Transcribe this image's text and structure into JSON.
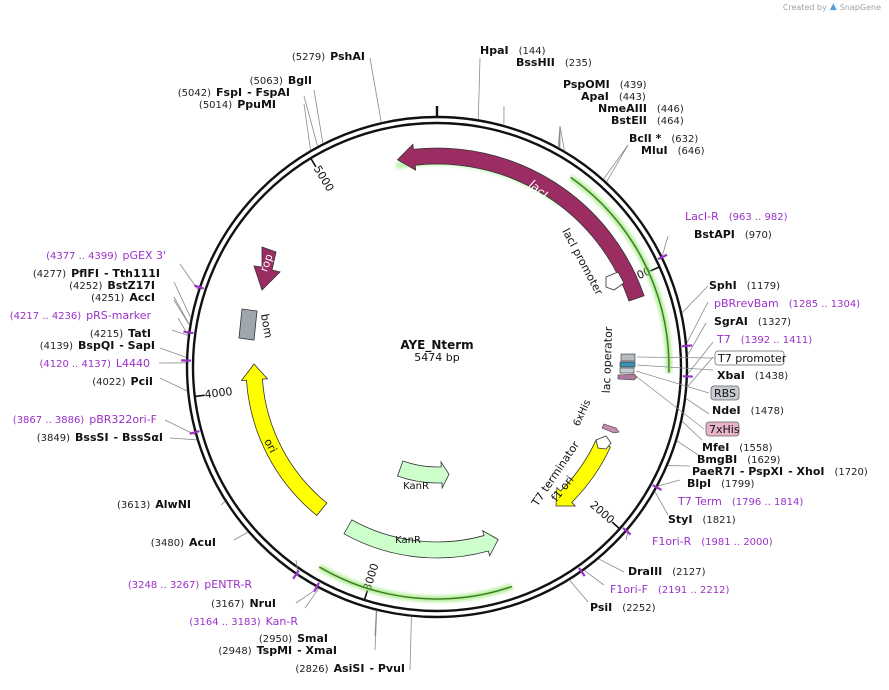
{
  "credit": {
    "prefix": "Created by",
    "brand": "SnapGene"
  },
  "plasmid": {
    "name": "AYE_Nterm",
    "length_label": "5474 bp",
    "length": 5474
  },
  "ticks": [
    {
      "pos": 1000,
      "label": "1000"
    },
    {
      "pos": 2000,
      "label": "2000"
    },
    {
      "pos": 3000,
      "label": "3000"
    },
    {
      "pos": 4000,
      "label": "4000"
    },
    {
      "pos": 5000,
      "label": "5000"
    }
  ],
  "labels": [
    {
      "id": "hpai",
      "parts": [
        {
          "t": "HpaI",
          "c": "n"
        },
        {
          "t": "(144)",
          "c": "p"
        }
      ]
    },
    {
      "id": "bsshii",
      "parts": [
        {
          "t": "BssHII",
          "c": "n"
        },
        {
          "t": "(235)",
          "c": "p"
        }
      ]
    },
    {
      "id": "pspomi",
      "parts": [
        {
          "t": "PspOMI",
          "c": "n"
        },
        {
          "t": "(439)",
          "c": "p"
        }
      ]
    },
    {
      "id": "apai",
      "parts": [
        {
          "t": "ApaI",
          "c": "n"
        },
        {
          "t": "(443)",
          "c": "p"
        }
      ]
    },
    {
      "id": "nmeaiii",
      "parts": [
        {
          "t": "NmeAIII",
          "c": "n"
        },
        {
          "t": "(446)",
          "c": "p"
        }
      ]
    },
    {
      "id": "bsteii",
      "parts": [
        {
          "t": "BstEII",
          "c": "n"
        },
        {
          "t": "(464)",
          "c": "p"
        }
      ]
    },
    {
      "id": "bcli",
      "parts": [
        {
          "t": "BclI *",
          "c": "n"
        },
        {
          "t": "(632)",
          "c": "p"
        }
      ]
    },
    {
      "id": "mlui",
      "parts": [
        {
          "t": "MluI",
          "c": "n"
        },
        {
          "t": "(646)",
          "c": "p"
        }
      ]
    },
    {
      "id": "lacir",
      "parts": [
        {
          "t": "LacI-R",
          "c": "f"
        },
        {
          "t": "(963 .. 982)",
          "c": "fp"
        }
      ]
    },
    {
      "id": "bstapi",
      "parts": [
        {
          "t": "BstAPI",
          "c": "n"
        },
        {
          "t": "(970)",
          "c": "p"
        }
      ]
    },
    {
      "id": "sphi",
      "parts": [
        {
          "t": "SphI",
          "c": "n"
        },
        {
          "t": "(1179)",
          "c": "p"
        }
      ]
    },
    {
      "id": "pbrrevbam",
      "parts": [
        {
          "t": "pBRrevBam",
          "c": "f"
        },
        {
          "t": "(1285 .. 1304)",
          "c": "fp"
        }
      ]
    },
    {
      "id": "sgrai",
      "parts": [
        {
          "t": "SgrAI",
          "c": "n"
        },
        {
          "t": "(1327)",
          "c": "p"
        }
      ]
    },
    {
      "id": "t7",
      "parts": [
        {
          "t": "T7",
          "c": "f"
        },
        {
          "t": "(1392 .. 1411)",
          "c": "fp"
        }
      ]
    },
    {
      "id": "xbai",
      "parts": [
        {
          "t": "XbaI",
          "c": "n"
        },
        {
          "t": "(1438)",
          "c": "p"
        }
      ]
    },
    {
      "id": "ndei",
      "parts": [
        {
          "t": "NdeI",
          "c": "n"
        },
        {
          "t": "(1478)",
          "c": "p"
        }
      ]
    },
    {
      "id": "mfei",
      "parts": [
        {
          "t": "MfeI",
          "c": "n"
        },
        {
          "t": "(1558)",
          "c": "p"
        }
      ]
    },
    {
      "id": "bmgbi",
      "parts": [
        {
          "t": "BmgBI",
          "c": "n"
        },
        {
          "t": "(1629)",
          "c": "p"
        }
      ]
    },
    {
      "id": "paer7i",
      "parts": [
        {
          "t": "PaeR7I",
          "c": "n"
        },
        {
          "t": "- PspXI",
          "c": "n"
        },
        {
          "t": "- XhoI",
          "c": "n"
        },
        {
          "t": "(1720)",
          "c": "p"
        }
      ]
    },
    {
      "id": "blpi",
      "parts": [
        {
          "t": "BlpI",
          "c": "n"
        },
        {
          "t": "(1799)",
          "c": "p"
        }
      ]
    },
    {
      "id": "t7term",
      "parts": [
        {
          "t": "T7 Term",
          "c": "f"
        },
        {
          "t": "(1796 .. 1814)",
          "c": "fp"
        }
      ]
    },
    {
      "id": "styi",
      "parts": [
        {
          "t": "StyI",
          "c": "n"
        },
        {
          "t": "(1821)",
          "c": "p"
        }
      ]
    },
    {
      "id": "f1orir",
      "parts": [
        {
          "t": "F1ori-R",
          "c": "f"
        },
        {
          "t": "(1981 .. 2000)",
          "c": "fp"
        }
      ]
    },
    {
      "id": "draiii",
      "parts": [
        {
          "t": "DraIII",
          "c": "n"
        },
        {
          "t": "(2127)",
          "c": "p"
        }
      ]
    },
    {
      "id": "f1orif",
      "parts": [
        {
          "t": "F1ori-F",
          "c": "f"
        },
        {
          "t": "(2191 .. 2212)",
          "c": "fp"
        }
      ]
    },
    {
      "id": "psii",
      "parts": [
        {
          "t": "PsiI",
          "c": "n"
        },
        {
          "t": "(2252)",
          "c": "p"
        }
      ]
    },
    {
      "id": "asisi",
      "parts": [
        {
          "t": "(2826)",
          "c": "p"
        },
        {
          "t": "AsiSI",
          "c": "n"
        },
        {
          "t": "- PvuI",
          "c": "n"
        }
      ]
    },
    {
      "id": "tspmi",
      "parts": [
        {
          "t": "(2948)",
          "c": "p"
        },
        {
          "t": "TspMI",
          "c": "n"
        },
        {
          "t": "- XmaI",
          "c": "n"
        }
      ]
    },
    {
      "id": "smai",
      "parts": [
        {
          "t": "(2950)",
          "c": "p"
        },
        {
          "t": "SmaI",
          "c": "n"
        }
      ]
    },
    {
      "id": "kanr_p",
      "parts": [
        {
          "t": "(3164 .. 3183)",
          "c": "fp"
        },
        {
          "t": "Kan-R",
          "c": "f"
        }
      ]
    },
    {
      "id": "nrui",
      "parts": [
        {
          "t": "(3167)",
          "c": "p"
        },
        {
          "t": "NruI",
          "c": "n"
        }
      ]
    },
    {
      "id": "pentrr",
      "parts": [
        {
          "t": "(3248 .. 3267)",
          "c": "fp"
        },
        {
          "t": "pENTR-R",
          "c": "f"
        }
      ]
    },
    {
      "id": "acui",
      "parts": [
        {
          "t": "(3480)",
          "c": "p"
        },
        {
          "t": "AcuI",
          "c": "n"
        }
      ]
    },
    {
      "id": "alwni",
      "parts": [
        {
          "t": "(3613)",
          "c": "p"
        },
        {
          "t": "AlwNI",
          "c": "n"
        }
      ]
    },
    {
      "id": "bsssi",
      "parts": [
        {
          "t": "(3849)",
          "c": "p"
        },
        {
          "t": "BssSI",
          "c": "n"
        },
        {
          "t": "- BssSαI",
          "c": "n"
        }
      ]
    },
    {
      "id": "pbr322",
      "parts": [
        {
          "t": "(3867 .. 3886)",
          "c": "fp"
        },
        {
          "t": "pBR322ori-F",
          "c": "f"
        }
      ]
    },
    {
      "id": "pcii",
      "parts": [
        {
          "t": "(4022)",
          "c": "p"
        },
        {
          "t": "PciI",
          "c": "n"
        }
      ]
    },
    {
      "id": "l4440",
      "parts": [
        {
          "t": "(4120 .. 4137)",
          "c": "fp"
        },
        {
          "t": "L4440",
          "c": "f"
        }
      ]
    },
    {
      "id": "bspqi",
      "parts": [
        {
          "t": "(4139)",
          "c": "p"
        },
        {
          "t": "BspQI",
          "c": "n"
        },
        {
          "t": "- SapI",
          "c": "n"
        }
      ]
    },
    {
      "id": "tati",
      "parts": [
        {
          "t": "(4215)",
          "c": "p"
        },
        {
          "t": "TatI",
          "c": "n"
        }
      ]
    },
    {
      "id": "prsmarker",
      "parts": [
        {
          "t": "(4217 .. 4236)",
          "c": "fp"
        },
        {
          "t": "pRS-marker",
          "c": "f"
        }
      ]
    },
    {
      "id": "acci",
      "parts": [
        {
          "t": "(4251)",
          "c": "p"
        },
        {
          "t": "AccI",
          "c": "n"
        }
      ]
    },
    {
      "id": "bstz17i",
      "parts": [
        {
          "t": "(4252)",
          "c": "p"
        },
        {
          "t": "BstZ17I",
          "c": "n"
        }
      ]
    },
    {
      "id": "pflfi",
      "parts": [
        {
          "t": "(4277)",
          "c": "p"
        },
        {
          "t": "PflFI",
          "c": "n"
        },
        {
          "t": "- Tth111I",
          "c": "n"
        }
      ]
    },
    {
      "id": "pgex3",
      "parts": [
        {
          "t": "(4377 .. 4399)",
          "c": "fp"
        },
        {
          "t": "pGEX 3'",
          "c": "f"
        }
      ]
    },
    {
      "id": "ppumi",
      "parts": [
        {
          "t": "(5014)",
          "c": "p"
        },
        {
          "t": "PpuMI",
          "c": "n"
        }
      ]
    },
    {
      "id": "fspi",
      "parts": [
        {
          "t": "(5042)",
          "c": "p"
        },
        {
          "t": "FspI",
          "c": "n"
        },
        {
          "t": "- FspAI",
          "c": "n"
        }
      ]
    },
    {
      "id": "bgli",
      "parts": [
        {
          "t": "(5063)",
          "c": "p"
        },
        {
          "t": "BglI",
          "c": "n"
        }
      ]
    },
    {
      "id": "pshai",
      "parts": [
        {
          "t": "(5279)",
          "c": "p"
        },
        {
          "t": "PshAI",
          "c": "n"
        }
      ]
    }
  ],
  "boxed_features": [
    {
      "id": "t7prom",
      "label": "T7 promoter"
    },
    {
      "id": "rbs",
      "label": "RBS"
    },
    {
      "id": "his7",
      "label": "7xHis"
    }
  ],
  "inner_features": [
    {
      "id": "laci",
      "label": "lacI"
    },
    {
      "id": "lacip",
      "label": "lacI promoter"
    },
    {
      "id": "rop",
      "label": "rop"
    },
    {
      "id": "bom",
      "label": "bom"
    },
    {
      "id": "lacop",
      "label": "lac operator"
    },
    {
      "id": "his6",
      "label": "6xHis"
    },
    {
      "id": "t7t",
      "label": "T7 terminator"
    },
    {
      "id": "f1ori",
      "label": "f1 ori"
    },
    {
      "id": "kanr1",
      "label": "KanR"
    },
    {
      "id": "kanr2",
      "label": "KanR"
    },
    {
      "id": "ori",
      "label": "ori"
    }
  ],
  "colors": {
    "laci": "#9b2d63",
    "rop": "#9b2d63",
    "ori": "#ffff00",
    "f1ori": "#ffff00",
    "kanr": "#ccffcc",
    "bom": "#a0a6ae",
    "primer": "#9b30c8",
    "orf": "#8ee66a",
    "orf_dark": "#3a7a1a",
    "rbs_box": "#c8ccd2",
    "his_box": "#e8b3c8"
  }
}
